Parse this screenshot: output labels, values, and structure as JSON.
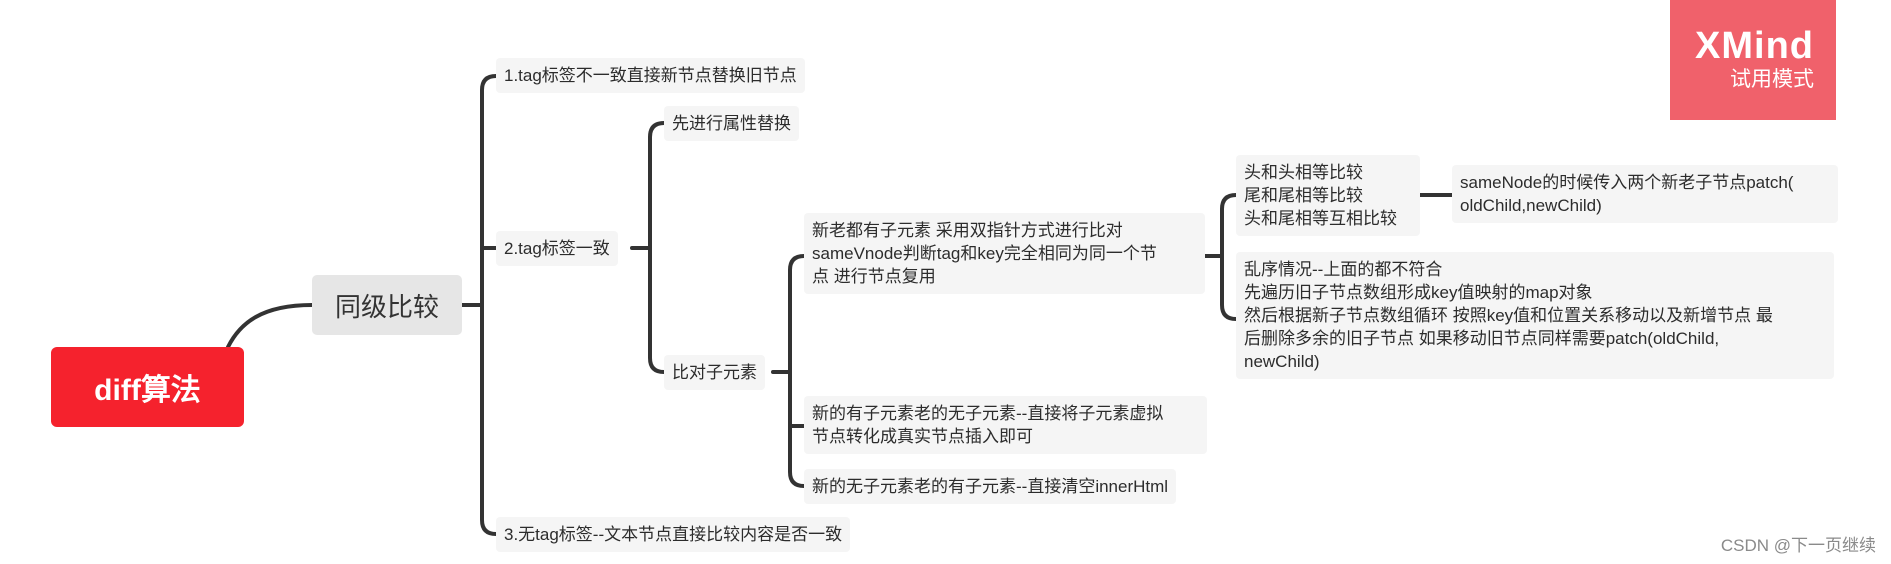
{
  "root": {
    "label": "diff算法"
  },
  "main_topic": {
    "label": "同级比较"
  },
  "branches": {
    "tag_mismatch": "1.tag标签不一致直接新节点替换旧节点",
    "tag_match": "2.tag标签一致",
    "no_tag": "3.无tag标签--文本节点直接比较内容是否一致"
  },
  "tag_match_children": {
    "attr_replace": "先进行属性替换",
    "compare_children": "比对子元素"
  },
  "compare_children_items": {
    "both_have": "新老都有子元素 采用双指针方式进行比对\nsameVnode判断tag和key完全相同为同一个节\n点 进行节点复用",
    "new_only": "新的有子元素老的无子元素--直接将子元素虚拟\n节点转化成真实节点插入即可",
    "old_only": "新的无子元素老的有子元素--直接清空innerHtml"
  },
  "both_have_children": {
    "pointer_compare": "头和头相等比较\n尾和尾相等比较\n头和尾相等互相比较",
    "out_of_order": "乱序情况--上面的都不符合\n先遍历旧子节点数组形成key值映射的map对象\n然后根据新子节点数组循环  按照key值和位置关系移动以及新增节点 最\n后删除多余的旧子节点 如果移动旧节点同样需要patch(oldChild,\nnewChild)"
  },
  "pointer_compare_child": "sameNode的时候传入两个新老子节点patch(\noldChild,newChild)",
  "badge": {
    "title": "XMind",
    "subtitle": "试用模式"
  },
  "watermark": "CSDN @下一页继续",
  "colors": {
    "root": "#f5222d",
    "badge": "#f0616b",
    "line": "#333333",
    "node_bg": "#f5f5f5"
  }
}
